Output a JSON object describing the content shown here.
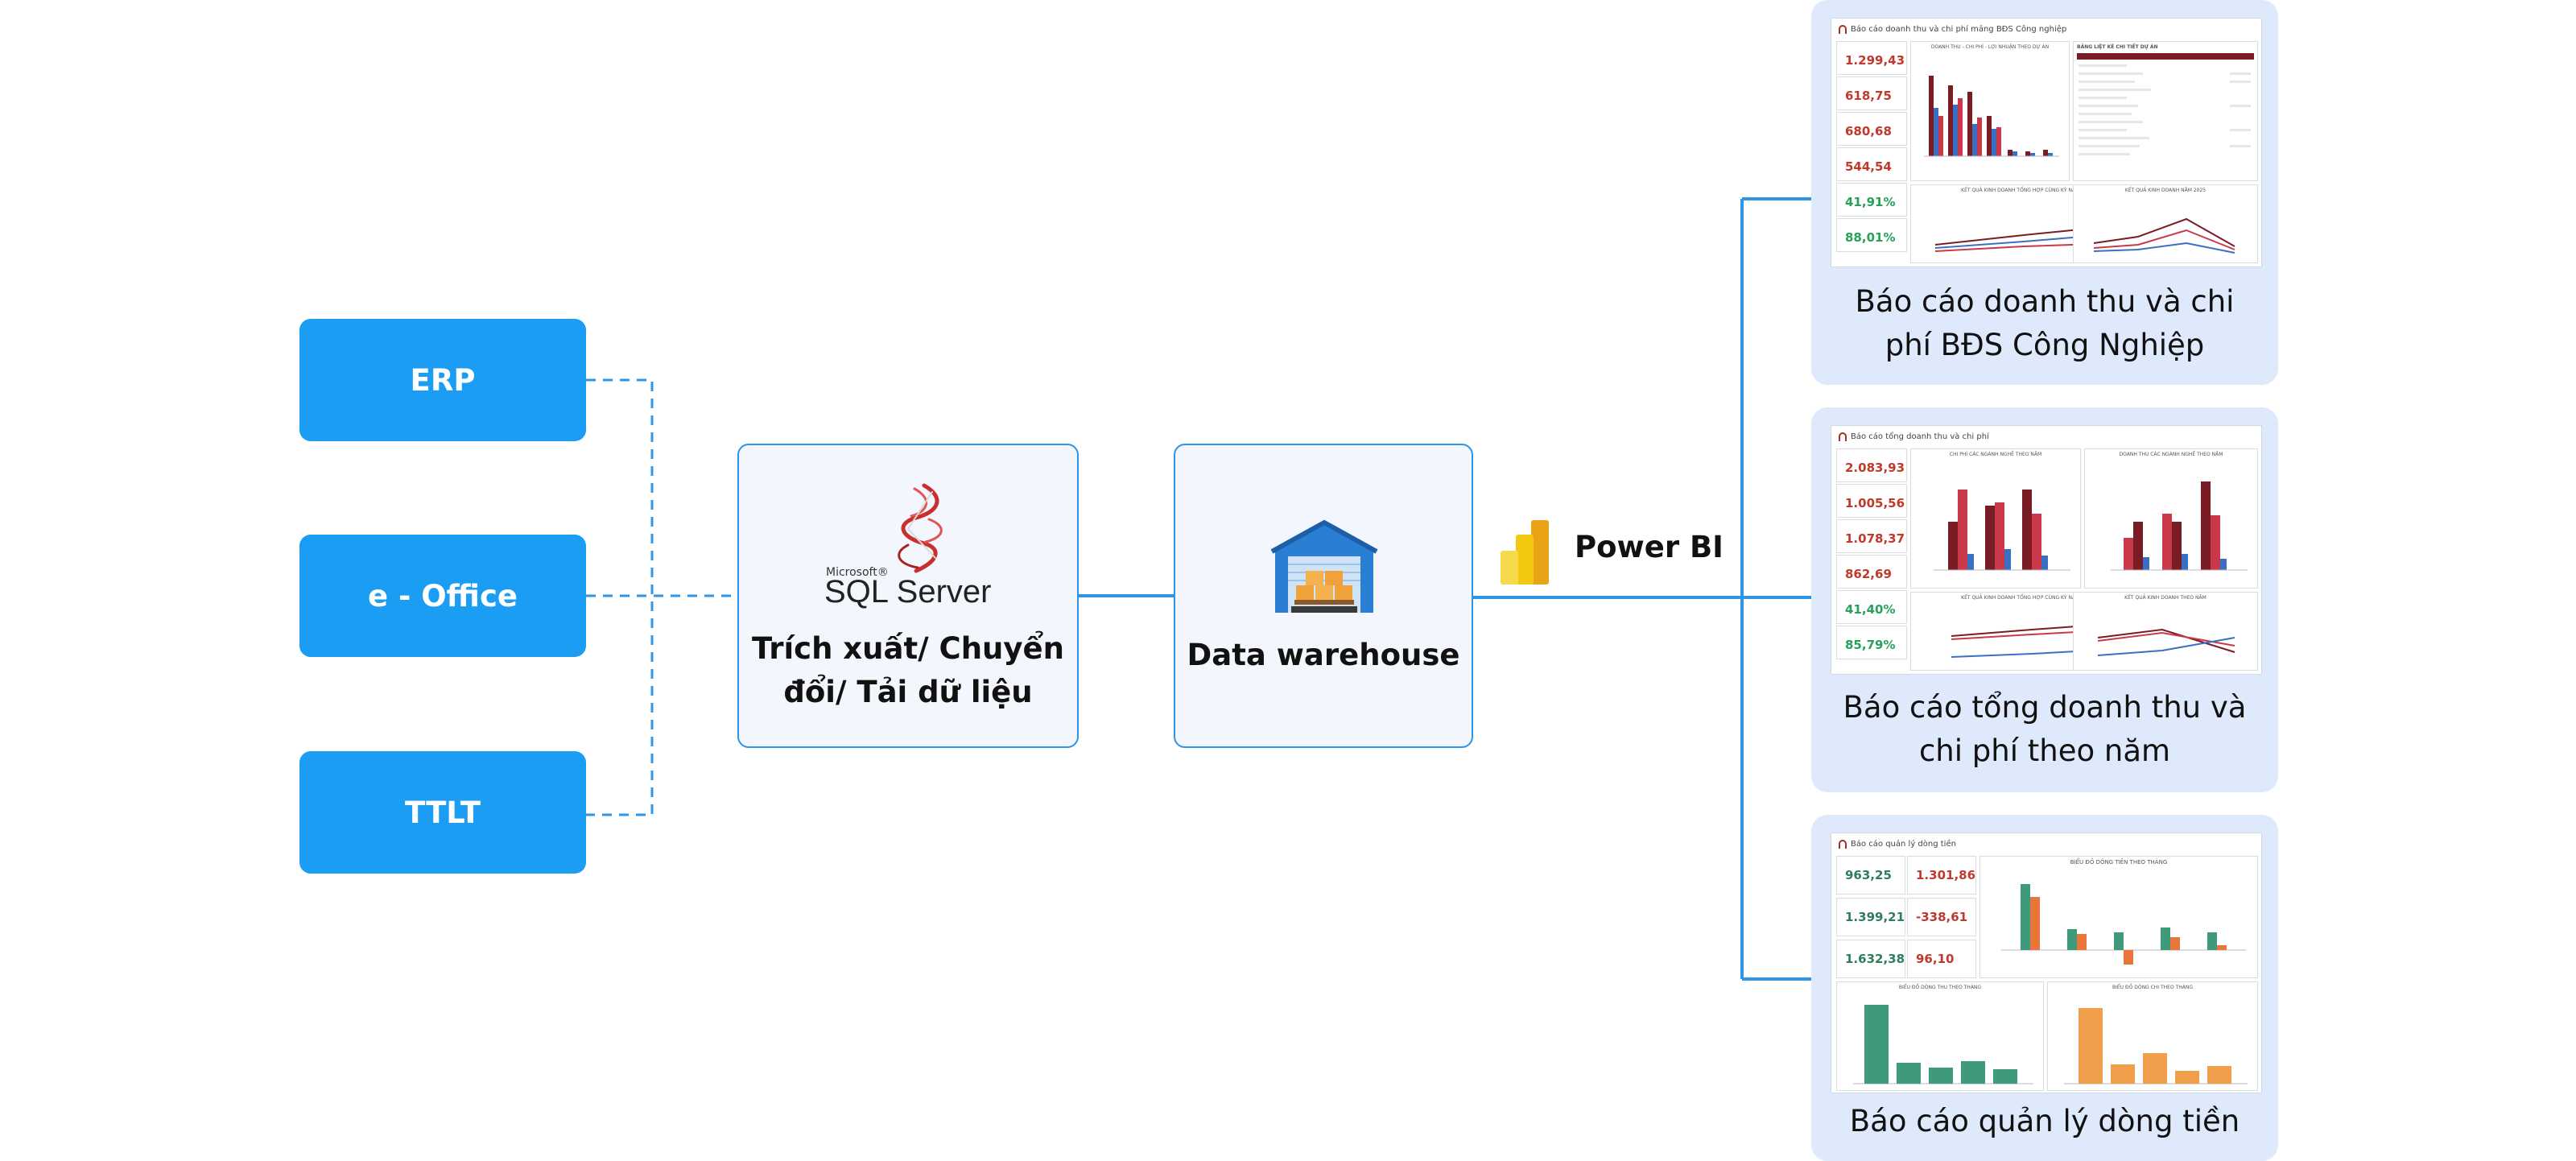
{
  "sources": {
    "erp": "ERP",
    "eoffice": "e - Office",
    "ttlt": "TTLT"
  },
  "etl": {
    "logo_top": "Microsoft®",
    "logo_main": "SQL Server",
    "title_line1": "Trích xuất/ Chuyển",
    "title_line2": "đổi/ Tải dữ liệu"
  },
  "warehouse": {
    "title": "Data warehouse"
  },
  "powerbi": {
    "label": "Power BI"
  },
  "reports": [
    {
      "title_line1": "Báo cáo doanh thu và chi",
      "title_line2": "phí BĐS Công Nghiệp",
      "thumb_title": "Báo cáo doanh thu và chi phí mảng BĐS Công nghiệp",
      "kpis": [
        "1.299,43",
        "618,75",
        "680,68",
        "544,54",
        "41,91%",
        "88,01%"
      ],
      "kpi_colors": [
        "#c0392b",
        "#c0392b",
        "#c0392b",
        "#c0392b",
        "#27a05a",
        "#27a05a"
      ],
      "chart_main": "DOANH THU - CHI PHÍ - LỢI NHUẬN THEO DỰ ÁN",
      "chart_table": "BẢNG LIỆT KÊ CHI TIẾT DỰ ÁN",
      "chart_bottom_left": "KẾT QUẢ KINH DOANH TỔNG HỢP CÙNG KỲ NĂM TRƯỚC",
      "chart_bottom_right": "KẾT QUẢ KINH DOANH NĂM 2025"
    },
    {
      "title_line1": "Báo cáo tổng doanh thu và",
      "title_line2": "chi phí theo năm",
      "thumb_title": "Báo cáo tổng doanh thu và chi phí",
      "kpis": [
        "2.083,93",
        "1.005,56",
        "1.078,37",
        "862,69",
        "41,40%",
        "85,79%"
      ],
      "kpi_colors": [
        "#c0392b",
        "#c0392b",
        "#c0392b",
        "#c0392b",
        "#27a05a",
        "#27a05a"
      ],
      "chart_main": "CHI PHÍ CÁC NGÀNH NGHỀ THEO NĂM",
      "chart_table": "DOANH THU CÁC NGÀNH NGHỀ THEO NĂM",
      "chart_bottom_left": "KẾT QUẢ KINH DOANH TỔNG HỢP CÙNG KỲ NĂM TRƯỚC",
      "chart_bottom_right": "KẾT QUẢ KINH DOANH THEO NĂM"
    },
    {
      "title_line1": "Báo cáo quản lý dòng tiền",
      "title_line2": "",
      "thumb_title": "Báo cáo quản lý dòng tiền",
      "kpis": [
        "963,25",
        "1.301,86",
        "1.399,21",
        "-338,61",
        "1.632,38",
        "96,10"
      ],
      "kpi_colors": [
        "#2e7d5b",
        "#c0392b",
        "#2e7d5b",
        "#c0392b",
        "#2e7d5b",
        "#c0392b"
      ],
      "chart_main": "BIỂU ĐỒ DÒNG TIỀN THEO THÁNG",
      "chart_table": "",
      "chart_bottom_left": "BIỂU ĐỒ DÒNG THU THEO THÁNG",
      "chart_bottom_right": "BIỂU ĐỒ DÒNG CHI THEO THÁNG"
    }
  ],
  "colors": {
    "source_fill": "#1a9df2",
    "box_border": "#2d94e6",
    "connector": "#2d94e6",
    "card_bg": "#deeafb"
  }
}
